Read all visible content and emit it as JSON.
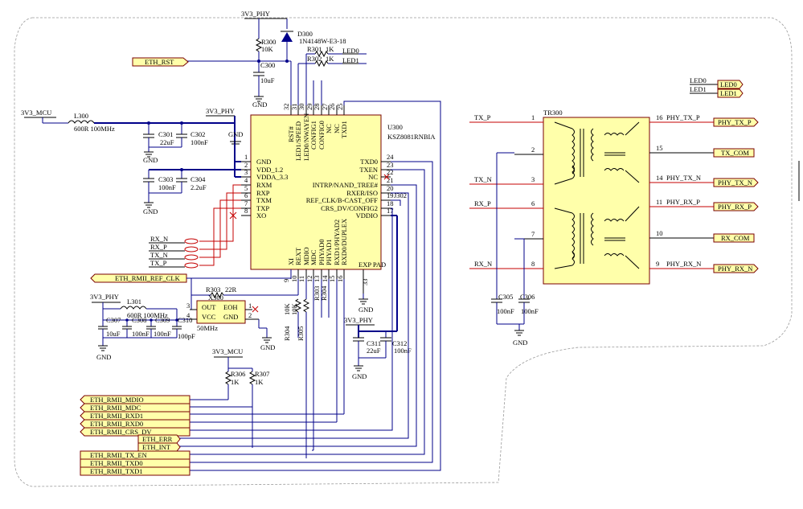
{
  "power": {
    "v3v3_phy_top": "3V3_PHY",
    "v3v3_mcu_left": "3V3_MCU",
    "v3v3_phy_mid": "3V3_PHY",
    "v3v3_phy_osc": "3V3_PHY",
    "v3v3_mcu_pull": "3V3_MCU",
    "v3v3_phy_right": "3V3_PHY",
    "gnd": "GND"
  },
  "parts": {
    "d300": {
      "ref": "D300",
      "value": "1N4148W-E3-18"
    },
    "r300": {
      "ref": "R300",
      "value": "10K"
    },
    "c300": {
      "ref": "C300",
      "value": "10uF"
    },
    "r301": {
      "ref": "R301",
      "value": "1K"
    },
    "r302": {
      "ref": "R302",
      "value": "1K"
    },
    "l300": {
      "ref": "L300",
      "value": "600R 100MHz"
    },
    "c301": {
      "ref": "C301",
      "value": "22uF"
    },
    "c302": {
      "ref": "C302",
      "value": "100nF"
    },
    "c303": {
      "ref": "C303",
      "value": "100nF"
    },
    "c304": {
      "ref": "C304",
      "value": "2.2uF"
    },
    "l301": {
      "ref": "L301",
      "value": "600R 100MHz"
    },
    "c307": {
      "ref": "C307",
      "value": "10uF"
    },
    "c308": {
      "ref": "C308",
      "value": "100nF"
    },
    "c309": {
      "ref": "C309",
      "value": "100nF"
    },
    "c310": {
      "ref": "C310",
      "value": "100pF"
    },
    "x300": {
      "ref": "X300",
      "value": "50MHz",
      "p_out": "OUT",
      "p_eoh": "EOH",
      "p_vcc": "VCC",
      "p_gnd": "GND"
    },
    "r303": {
      "ref": "R303",
      "value": "22R"
    },
    "r304": {
      "ref": "R304",
      "value": "10K"
    },
    "r305": {
      "ref": "R305",
      "value": "10K"
    },
    "r306": {
      "ref": "R306",
      "value": "1K"
    },
    "r307": {
      "ref": "R307",
      "value": "1K"
    },
    "c311": {
      "ref": "C311",
      "value": "22uF"
    },
    "c312": {
      "ref": "C312",
      "value": "100nF"
    },
    "c305": {
      "ref": "C305",
      "value": "100nF"
    },
    "c306": {
      "ref": "C306",
      "value": "100nF"
    },
    "tr300": {
      "ref": "TR300"
    },
    "u300": {
      "ref": "U300",
      "value": "KSZ8081RNBIA",
      "exp_pad": "EXP PAD",
      "exp_pin": "33"
    }
  },
  "u300_pins": {
    "left": [
      {
        "num": "1",
        "name": "GND"
      },
      {
        "num": "2",
        "name": "VDD_1.2"
      },
      {
        "num": "3",
        "name": "VDDA_3.3"
      },
      {
        "num": "4",
        "name": "RXM"
      },
      {
        "num": "5",
        "name": "RXP"
      },
      {
        "num": "6",
        "name": "TXM"
      },
      {
        "num": "7",
        "name": "TXP"
      },
      {
        "num": "8",
        "name": "XO"
      }
    ],
    "right": [
      {
        "num": "24",
        "name": "TXD0"
      },
      {
        "num": "23",
        "name": "TXEN"
      },
      {
        "num": "22",
        "name": "NC"
      },
      {
        "num": "21",
        "name": "INTRP/NAND_TREE#"
      },
      {
        "num": "20",
        "name": "RXER/ISO"
      },
      {
        "num": "19",
        "name": "REF_CLK/B-CAST_OFF"
      },
      {
        "num": "18",
        "name": "CRS_DV/CONFIG2"
      },
      {
        "num": "17",
        "name": "VDDIO"
      }
    ],
    "top": [
      {
        "num": "32",
        "name": "RST#"
      },
      {
        "num": "31",
        "name": "LED1/SPEED"
      },
      {
        "num": "30",
        "name": "LED0/NWAYEN"
      },
      {
        "num": "29",
        "name": "CONFIG1"
      },
      {
        "num": "28",
        "name": "CONFIG0"
      },
      {
        "num": "27",
        "name": "NC"
      },
      {
        "num": "26",
        "name": "NC"
      },
      {
        "num": "25",
        "name": "TXD1"
      }
    ],
    "bottom": [
      {
        "num": "9",
        "name": "XI"
      },
      {
        "num": "10",
        "name": "REXT"
      },
      {
        "num": "11",
        "name": "MDIO"
      },
      {
        "num": "12",
        "name": "MDC"
      },
      {
        "num": "13",
        "name": "PHYAD0"
      },
      {
        "num": "14",
        "name": "PHYAD1"
      },
      {
        "num": "15",
        "name": "RXD1/PHYAD2"
      },
      {
        "num": "16",
        "name": "RXD0/DUPLEX"
      }
    ]
  },
  "net_labels": {
    "eth_rst": "ETH_RST",
    "led0_top": "LED0",
    "led1_top": "LED1",
    "led0_right": "LED0",
    "led1_right": "LED1",
    "rx_n_left": "RX_N",
    "rx_p_left": "RX_P",
    "tx_n_left": "TX_N",
    "tx_p_left": "TX_P",
    "eth_rmii_ref_clk": "ETH_RMII_REF_CLK",
    "eth_rmii_mdio": "ETH_RMII_MDIO",
    "eth_rmii_mdc": "ETH_RMII_MDC",
    "eth_rmii_rxd1": "ETH_RMII_RXD1",
    "eth_rmii_rxd0": "ETH_RMII_RXD0",
    "eth_rmii_crs_dv": "ETH_RMII_CRS_DV",
    "eth_err": "ETH_ERR",
    "eth_int": "ETH_INT",
    "eth_rmii_tx_en": "ETH_RMII_TX_EN",
    "eth_rmii_txd0": "ETH_RMII_TXD0",
    "eth_rmii_txd1": "ETH_RMII_TXD1",
    "tx_p_tr": "TX_P",
    "tx_n_tr": "TX_N",
    "rx_p_tr": "RX_P",
    "rx_n_tr": "RX_N",
    "phy_tx_p": "PHY_TX_P",
    "tx_com": "TX_COM",
    "phy_tx_n": "PHY_TX_N",
    "phy_rx_p": "PHY_RX_P",
    "rx_com": "RX_COM",
    "phy_rx_n": "PHY_RX_N"
  },
  "transformer_pins": {
    "left": [
      "1",
      "2",
      "3",
      "6",
      "7",
      "8"
    ],
    "right": [
      "16",
      "15",
      "14",
      "11",
      "10",
      "9"
    ]
  },
  "colors": {
    "wire": "#00008a",
    "bus_red": "#c40000",
    "component_fill": "#ffffaa",
    "component_border": "#7a0000"
  }
}
